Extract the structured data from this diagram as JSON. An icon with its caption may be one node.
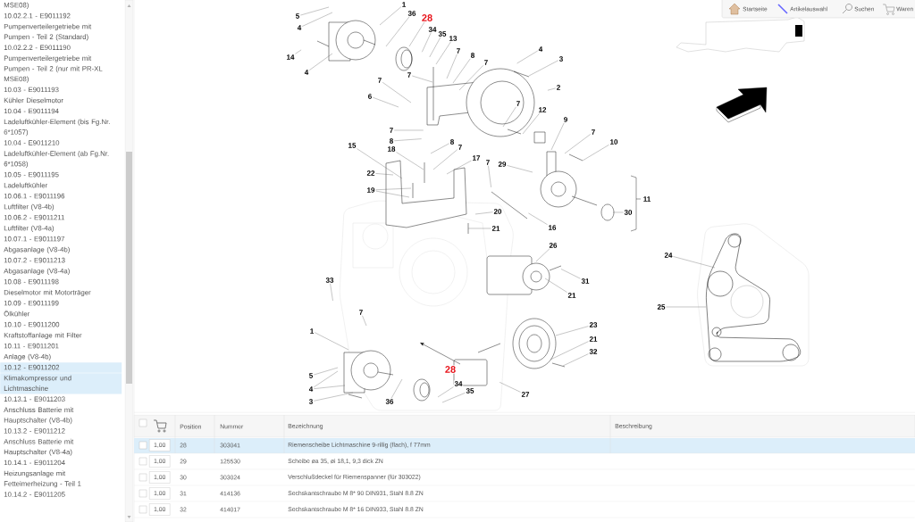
{
  "diagram": {
    "nodes": [
      {
        "text": [
          "5"
        ]
      },
      {
        "text": [
          "4"
        ]
      },
      {
        "text": [
          "1"
        ]
      },
      {
        "text": [
          "36"
        ]
      },
      {
        "text": [
          "28"
        ]
      },
      {
        "text": [
          "34"
        ]
      },
      {
        "text": [
          "35"
        ]
      },
      {
        "text": [
          "13"
        ]
      },
      {
        "text": [
          "14"
        ]
      },
      {
        "text": [
          "4"
        ]
      },
      {
        "text": [
          "7"
        ]
      },
      {
        "text": [
          "8"
        ]
      },
      {
        "text": [
          "7"
        ]
      },
      {
        "text": [
          "4"
        ]
      },
      {
        "text": [
          "3"
        ]
      },
      {
        "text": [
          "7"
        ]
      },
      {
        "text": [
          "2"
        ]
      },
      {
        "text": [
          "7"
        ]
      },
      {
        "text": [
          "6"
        ]
      },
      {
        "text": [
          "7"
        ]
      },
      {
        "text": [
          "12"
        ]
      },
      {
        "text": [
          "9"
        ]
      },
      {
        "text": [
          "7"
        ]
      },
      {
        "text": [
          "8"
        ]
      },
      {
        "text": [
          "7"
        ]
      },
      {
        "text": [
          "10"
        ]
      },
      {
        "text": [
          "8"
        ]
      },
      {
        "text": [
          "7"
        ]
      },
      {
        "text": [
          "17"
        ]
      },
      {
        "text": [
          "15"
        ]
      },
      {
        "text": [
          "18"
        ]
      },
      {
        "text": [
          "22"
        ]
      },
      {
        "text": [
          "19"
        ]
      },
      {
        "text": [
          "7"
        ]
      },
      {
        "text": [
          "29"
        ]
      },
      {
        "text": [
          "30"
        ]
      },
      {
        "text": [
          "20"
        ]
      },
      {
        "text": [
          "16"
        ]
      },
      {
        "text": [
          "21"
        ]
      },
      {
        "text": [
          "26"
        ]
      },
      {
        "text": [
          "31"
        ]
      },
      {
        "text": [
          "21"
        ]
      },
      {
        "text": [
          "33"
        ]
      },
      {
        "text": [
          "7"
        ]
      },
      {
        "text": [
          "23"
        ]
      },
      {
        "text": [
          "1"
        ]
      },
      {
        "text": [
          "21"
        ]
      },
      {
        "text": [
          "32"
        ]
      },
      {
        "text": [
          "5"
        ]
      },
      {
        "text": [
          "4"
        ]
      },
      {
        "text": [
          "3"
        ]
      },
      {
        "text": [
          "36"
        ]
      },
      {
        "text": [
          "34"
        ]
      },
      {
        "text": [
          "35"
        ]
      },
      {
        "text": [
          "27"
        ]
      },
      {
        "text": [
          "24"
        ]
      },
      {
        "text": [
          "25"
        ]
      }
    ],
    "edges": [
      {
        "from": 0,
        "to": null,
        "arrow": "none"
      },
      {
        "from": 1,
        "to": null,
        "arrow": "none"
      },
      {
        "from": 2,
        "to": null,
        "arrow": "none"
      },
      {
        "from": 3,
        "to": null,
        "arrow": "none"
      },
      {
        "from": 4,
        "to": null,
        "arrow": "none"
      },
      {
        "from": 5,
        "to": null,
        "arrow": "none"
      },
      {
        "from": 6,
        "to": null,
        "arrow": "none"
      },
      {
        "from": 7,
        "to": null,
        "arrow": "none"
      },
      {
        "from": 8,
        "to": null,
        "arrow": "none"
      },
      {
        "from": 9,
        "to": null,
        "arrow": "none"
      },
      {
        "from": 10,
        "to": null,
        "arrow": "none"
      },
      {
        "from": 11,
        "to": null,
        "arrow": "none"
      },
      {
        "from": 12,
        "to": null,
        "arrow": "none"
      },
      {
        "from": 13,
        "to": null,
        "arrow": "none"
      },
      {
        "from": 14,
        "to": null,
        "arrow": "none"
      },
      {
        "from": 15,
        "to": null,
        "arrow": "none"
      },
      {
        "from": 16,
        "to": null,
        "arrow": "none"
      },
      {
        "from": 17,
        "to": null,
        "arrow": "none"
      },
      {
        "from": 18,
        "to": null,
        "arrow": "none"
      },
      {
        "from": 19,
        "to": null,
        "arrow": "none"
      },
      {
        "from": 20,
        "to": null,
        "arrow": "none"
      },
      {
        "from": 21,
        "to": null,
        "arrow": "none"
      },
      {
        "from": 22,
        "to": null,
        "arrow": "none"
      },
      {
        "from": 23,
        "to": null,
        "arrow": "none"
      },
      {
        "from": 24,
        "to": null,
        "arrow": "none"
      },
      {
        "from": 25,
        "to": null,
        "arrow": "none"
      },
      {
        "from": 26,
        "to": null,
        "arrow": "none"
      },
      {
        "from": 27,
        "to": null,
        "arrow": "none"
      },
      {
        "from": 28,
        "to": null,
        "arrow": "none"
      },
      {
        "from": 29,
        "to": null,
        "arrow": "none"
      },
      {
        "from": 30,
        "to": null,
        "arrow": "none"
      },
      {
        "from": 31,
        "to": null,
        "arrow": "none"
      },
      {
        "from": 32,
        "to": null,
        "arrow": "none"
      },
      {
        "from": 32,
        "to": null,
        "arrow": "none"
      },
      {
        "from": 33,
        "to": null,
        "arrow": "none"
      },
      {
        "from": 34,
        "to": null,
        "arrow": "none"
      },
      {
        "from": 35,
        "to": null,
        "arrow": "none"
      },
      {
        "from": 36,
        "to": null,
        "arrow": "none"
      },
      {
        "from": 37,
        "to": null,
        "arrow": "none"
      },
      {
        "from": 38,
        "to": null,
        "arrow": "none"
      },
      {
        "from": 39,
        "to": null,
        "arrow": "none"
      },
      {
        "from": 40,
        "to": null,
        "arrow": "none"
      },
      {
        "from": 41,
        "to": null,
        "arrow": "none"
      },
      {
        "from": 42,
        "to": null,
        "arrow": "none"
      },
      {
        "from": 43,
        "to": null,
        "arrow": "none"
      },
      {
        "from": 44,
        "to": null,
        "arrow": "none"
      },
      {
        "from": 45,
        "to": null,
        "arrow": "none"
      },
      {
        "from": 46,
        "to": null,
        "arrow": "none"
      },
      {
        "from": 47,
        "to": null,
        "arrow": "none"
      },
      {
        "from": 48,
        "to": null,
        "arrow": "none"
      },
      {
        "from": 49,
        "to": null,
        "arrow": "none"
      },
      {
        "from": 49,
        "to": null,
        "arrow": "none"
      },
      {
        "from": 50,
        "to": null,
        "arrow": "none"
      },
      {
        "from": 51,
        "to": null,
        "arrow": "none"
      },
      {
        "from": 52,
        "to": null,
        "arrow": "none"
      },
      {
        "from": 53,
        "to": null,
        "arrow": "none"
      },
      {
        "from": 54,
        "to": null,
        "arrow": "none"
      },
      {
        "from": 55,
        "to": null,
        "arrow": "none"
      },
      {
        "from": 56,
        "to": null,
        "arrow": "none"
      }
    ],
    "labels": [
      "MSE08)",
      "10.02.2.1 - E9011192",
      "Pumpenverteilergetriebe mit Pumpen - Teil 2 (Standard)",
      "10.02.2.2 - E9011190",
      "Pumpenverteilergetriebe mit Pumpen - Teil 2 (nur mit PR-XL MSE08)",
      "10.03 - E9011193",
      "Kühler Dieselmotor",
      "10.04 - E9011194",
      "Ladeluftkühler-Element (bis Fg.Nr. 6*1057)",
      "10.04 - E9011210",
      "Ladeluftkühler-Element (ab Fg.Nr. 6*1058)",
      "10.05 - E9011195",
      "Ladeluftkühler",
      "10.06.1 - E9011196",
      "Luftfilter (V8-4b)",
      "10.06.2 - E9011211",
      "Luftfilter (V8-4a)",
      "10.07.1 - E9011197",
      "Abgasanlage (V8-4b)",
      "10.07.2 - E9011213",
      "Abgasanlage (V8-4a)",
      "10.08 - E9011198",
      "Dieselmotor mit Motorträger",
      "10.09 - E9011199",
      "Ölkühler",
      "10.10 - E9011200",
      "Kraftstoffanlage mit Filter",
      "10.11 - E9011201",
      "Anlage (V8-4b)",
      "10.12 - E9011202",
      "Klimakompressor und Lichtmaschine",
      "10.13.1 - E9011203",
      "Anschluss Batterie mit Hauptschalter (V8-4b)",
      "10.13.2 - E9011212",
      "Anschluss Batterie mit Hauptschalter (V8-4a)",
      "10.14.1 - E9011204",
      "Heizungsanlage mit Fetteimerheizung - Teil 1",
      "10.14.2 - E9011205",
      "11",
      "28",
      "Startseite",
      "Artikelauswahl",
      "Suchen",
      "Waren",
      "Position",
      "Nummer",
      "Bezeichnung",
      "Beschreibung",
      "1,00",
      "28",
      "303041",
      "Riemenscheibe Lichtmaschine 9-rillig (flach), f 77mm",
      "1,00",
      "29",
      "125530",
      "Scheibe øa 35, øi 18,1, 9,3 dick ZN",
      "1,00",
      "30",
      "303024",
      "Verschlußdeckel für Riemenspanner (für 303022)",
      "1,00",
      "31",
      "414136",
      "Sechskantschraube M 8* 90 DIN931, Stahl 8.8 ZN",
      "1,00",
      "32",
      "414017",
      "Sechskantschraube M 8* 16 DIN933, Stahl 8.8 ZN"
    ]
  }
}
